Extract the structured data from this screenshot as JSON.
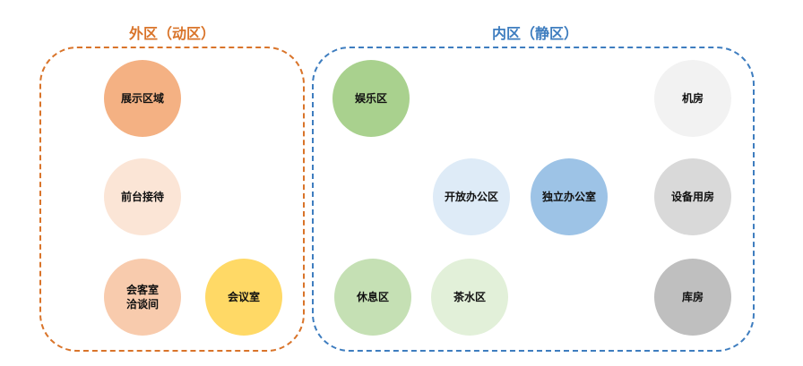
{
  "zones": {
    "outer": {
      "title": "外区（动区）",
      "border_color": "#D9742A"
    },
    "inner": {
      "title": "内区（静区）",
      "border_color": "#3E7DBF"
    }
  },
  "nodes": {
    "exhibition": {
      "label": "展示区域",
      "color": "#F4B183"
    },
    "reception": {
      "label": "前台接待",
      "color": "#FBE5D6"
    },
    "guest_room": {
      "line1": "会客室",
      "line2": "洽谈间",
      "color": "#F8CBAD"
    },
    "meeting_room": {
      "label": "会议室",
      "color": "#FFD966"
    },
    "entertainment": {
      "label": "娱乐区",
      "color": "#A9D18E"
    },
    "open_office": {
      "label": "开放办公区",
      "color": "#DEEBF7"
    },
    "private_office": {
      "label": "独立办公室",
      "color": "#9DC3E6"
    },
    "lounge": {
      "label": "休息区",
      "color": "#C5E0B4"
    },
    "tea_area": {
      "label": "茶水区",
      "color": "#E2F0D9"
    },
    "server_room": {
      "label": "机房",
      "color": "#F2F2F2"
    },
    "equipment_room": {
      "label": "设备用房",
      "color": "#D9D9D9"
    },
    "storage": {
      "label": "库房",
      "color": "#BFBFBF"
    }
  }
}
